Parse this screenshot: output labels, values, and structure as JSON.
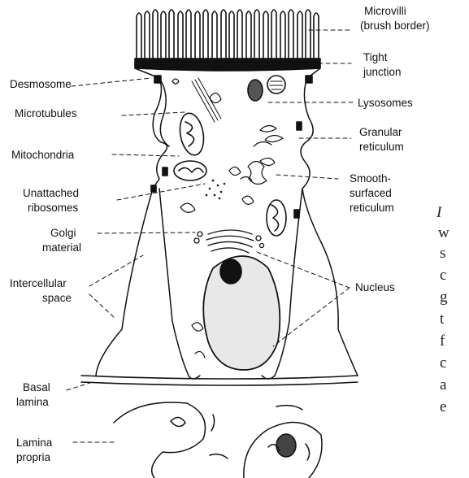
{
  "labels": {
    "microvilli": "Microvilli",
    "brush_border": "(brush border)",
    "tight": "Tight",
    "junction": "junction",
    "desmosome": "Desmosome",
    "microtubules": "Microtubules",
    "lysosomes": "Lysosomes",
    "granular": "Granular",
    "reticulum_gran": "reticulum",
    "mitochondria": "Mitochondria",
    "smooth": "Smooth-",
    "surfaced": "surfaced",
    "reticulum_smooth": "reticulum",
    "unattached": "Unattached",
    "ribosomes": "ribosomes",
    "golgi": "Golgi",
    "material": "material",
    "intercellular": "Intercellular",
    "space": "space",
    "nucleus": "Nucleus",
    "basal": "Basal",
    "lamina": "lamina",
    "lamina_propria_1": "Lamina",
    "lamina_propria_2": "propria"
  },
  "margin_text": [
    "I",
    "w",
    "s",
    "c",
    "g",
    "t",
    "f",
    "c",
    "a",
    "e"
  ]
}
